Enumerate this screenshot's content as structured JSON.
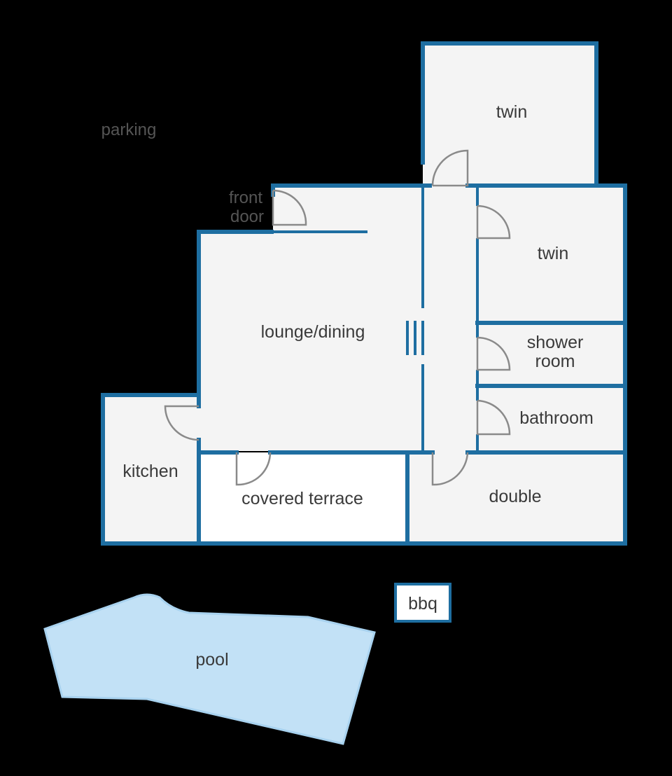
{
  "labels": {
    "parking": "parking",
    "front_door_line1": "front",
    "front_door_line2": "door",
    "twin_top": "twin",
    "twin_mid": "twin",
    "lounge": "lounge/dining",
    "shower_line1": "shower",
    "shower_line2": "room",
    "bathroom": "bathroom",
    "kitchen": "kitchen",
    "terrace": "covered terrace",
    "double": "double",
    "bbq": "bbq",
    "pool": "pool"
  },
  "colors": {
    "background": "#000000",
    "wall": "#1e6ea1",
    "room_fill": "#f4f4f4",
    "terrace_fill": "#ffffff",
    "pool_fill": "#c2e1f6",
    "label": "#3a3a3a"
  }
}
